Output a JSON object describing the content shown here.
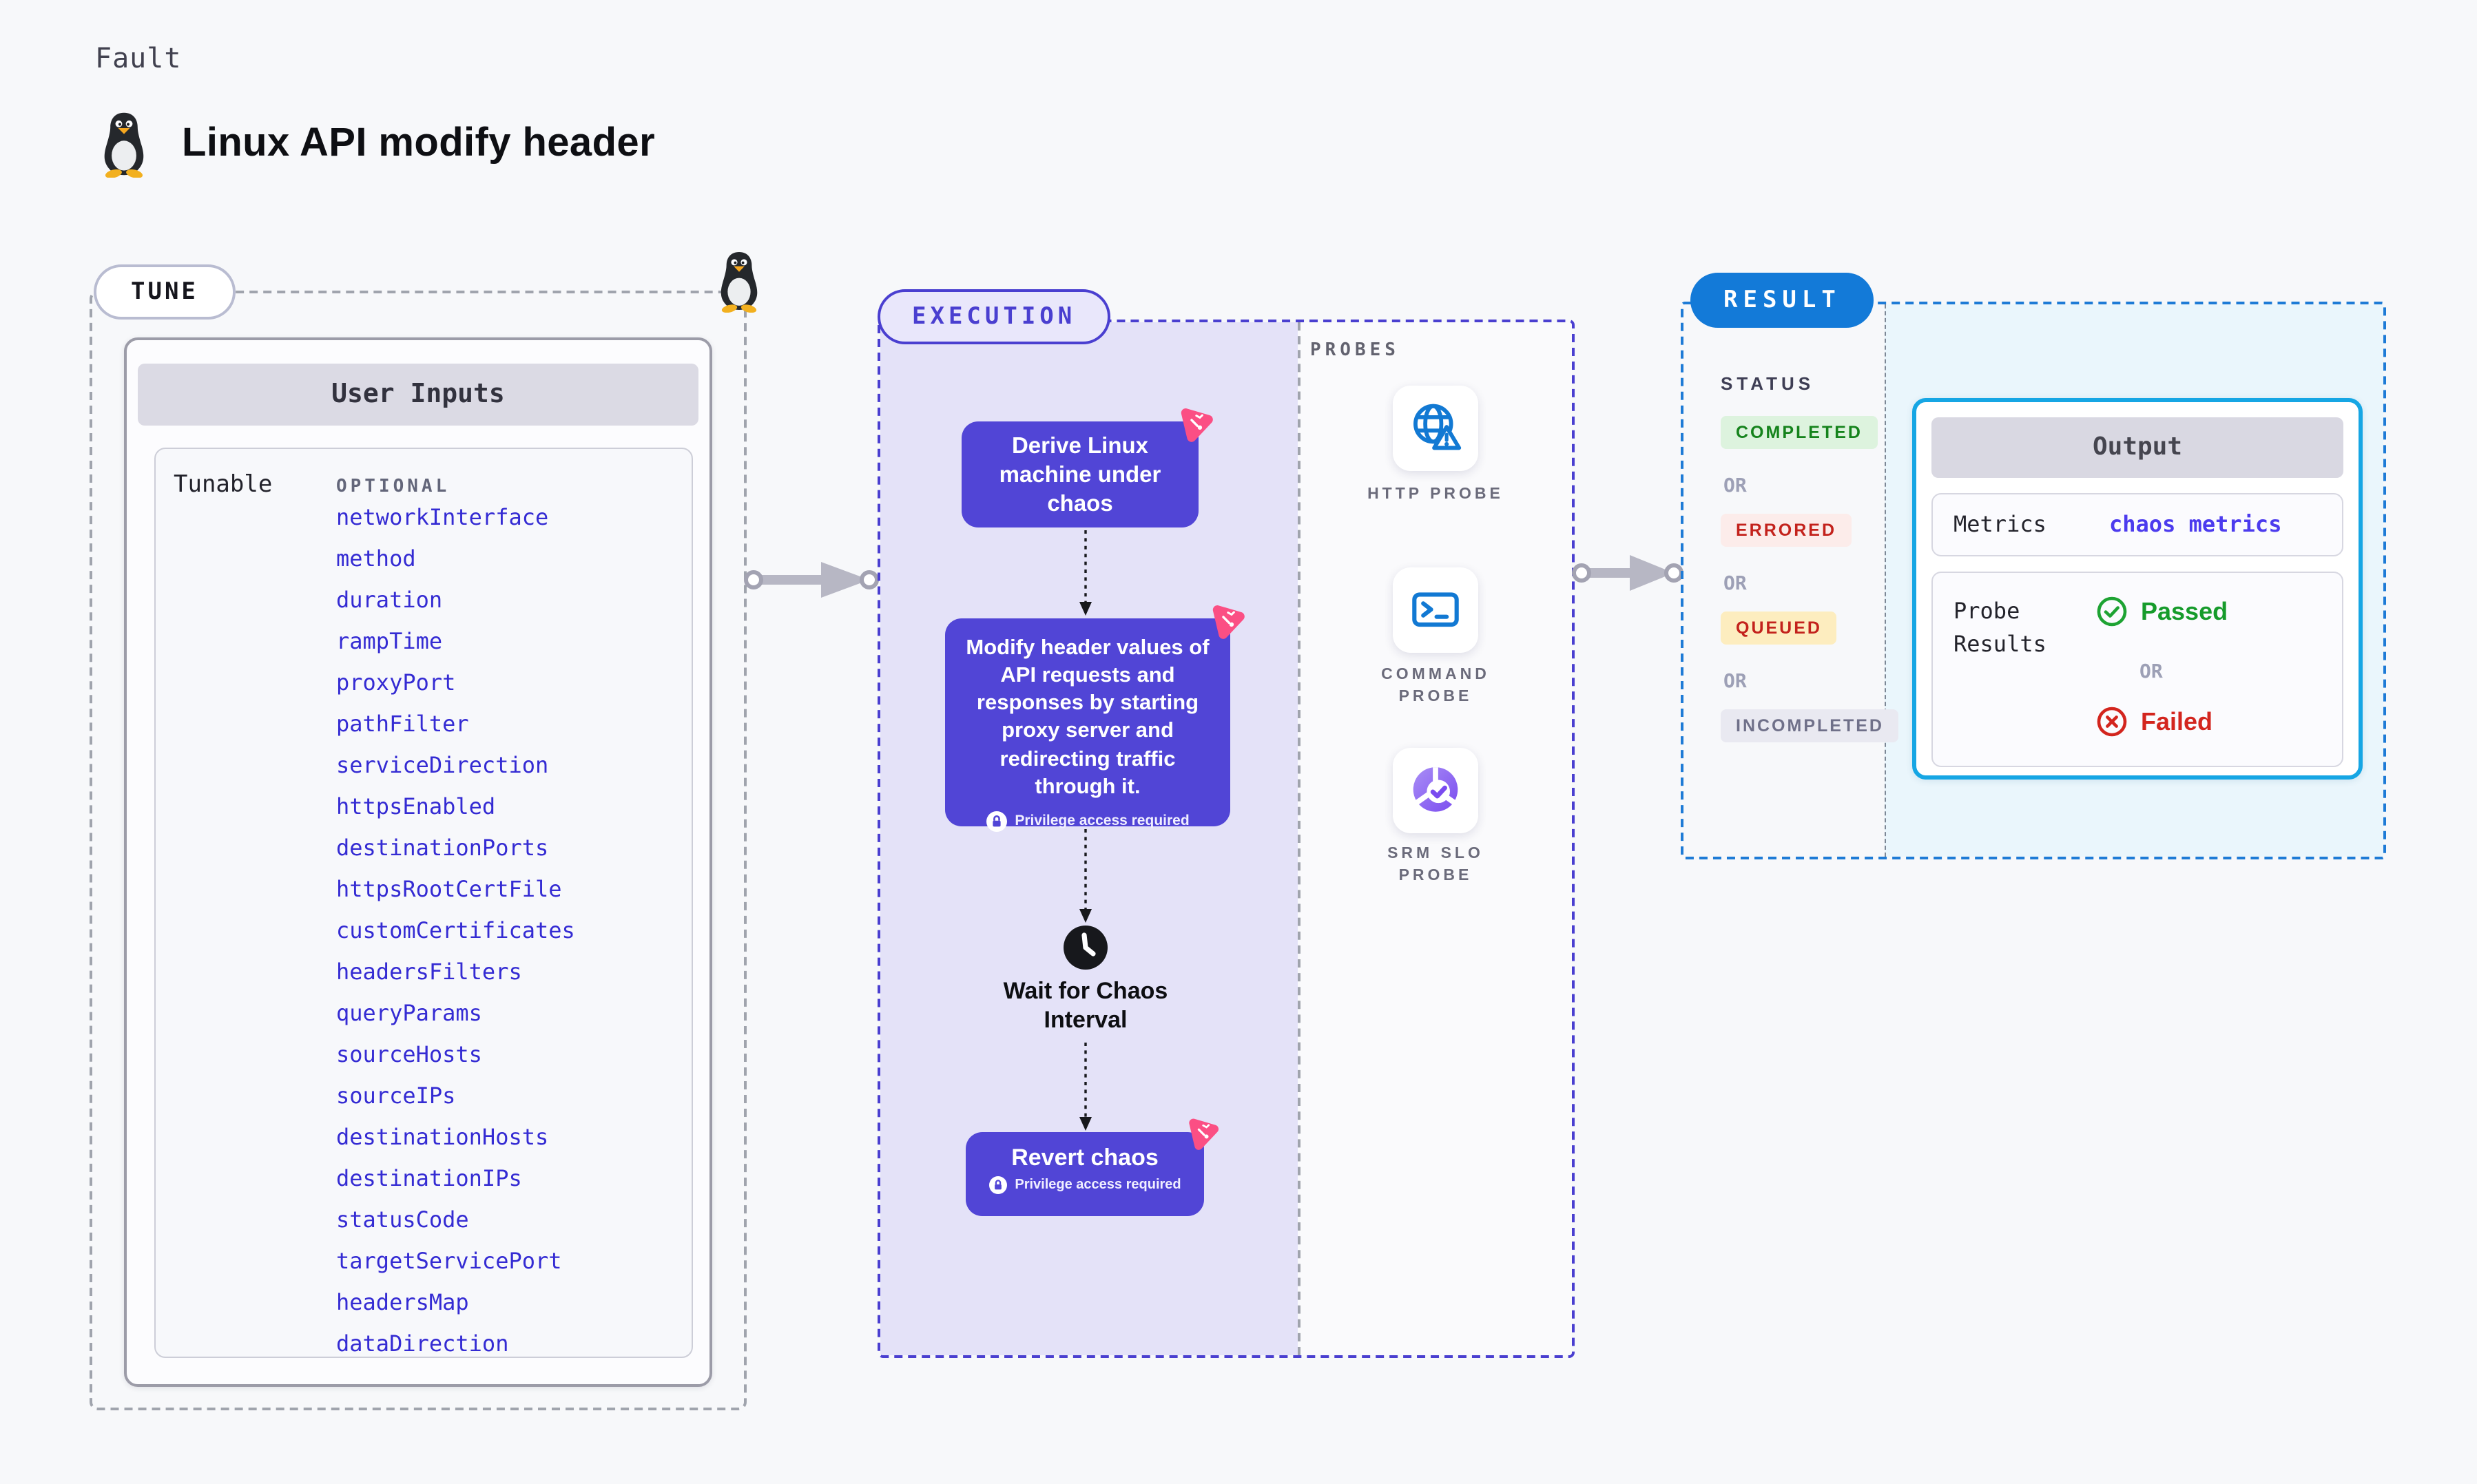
{
  "page": {
    "kicker": "Fault",
    "title": "Linux API modify header"
  },
  "tune": {
    "badge": "TUNE",
    "card_title": "User Inputs",
    "row_label": "Tunable",
    "col_label": "OPTIONAL",
    "items": [
      "networkInterface",
      "method",
      "duration",
      "rampTime",
      "proxyPort",
      "pathFilter",
      "serviceDirection",
      "httpsEnabled",
      "destinationPorts",
      "httpsRootCertFile",
      "customCertificates",
      "headersFilters",
      "queryParams",
      "sourceHosts",
      "sourceIPs",
      "destinationHosts",
      "destinationIPs",
      "statusCode",
      "targetServicePort",
      "headersMap",
      "dataDirection"
    ]
  },
  "execution": {
    "badge": "EXECUTION",
    "derive_step": "Derive Linux machine under chaos",
    "modify_step": "Modify header values of API requests and responses by starting proxy server and redirecting traffic through it.",
    "wait_line1": "Wait for Chaos",
    "wait_line2": "Interval",
    "revert_step": "Revert chaos",
    "privilege": "Privilege access required"
  },
  "probes": {
    "label": "PROBES",
    "items": [
      {
        "label": "HTTP PROBE",
        "icon": "globe-alert-icon"
      },
      {
        "label": "COMMAND PROBE",
        "icon": "terminal-icon"
      },
      {
        "label": "SRM SLO PROBE",
        "icon": "slo-donut-icon"
      }
    ]
  },
  "result": {
    "badge": "RESULT",
    "status_label": "STATUS",
    "or_label": "OR",
    "statuses": [
      {
        "label": "COMPLETED",
        "bg": "#ddf3de",
        "fg": "#15831c"
      },
      {
        "label": "ERRORED",
        "bg": "#fcecea",
        "fg": "#c3221c"
      },
      {
        "label": "QUEUED",
        "bg": "#fdedbf",
        "fg": "#c3221c"
      },
      {
        "label": "INCOMPLETED",
        "bg": "#e9e9f1",
        "fg": "#6f7089"
      }
    ],
    "output": {
      "title": "Output",
      "metrics_label": "Metrics",
      "metrics_value": "chaos metrics",
      "probe_results_label": "Probe Results",
      "passed": "Passed",
      "failed": "Failed",
      "or": "OR"
    }
  },
  "colors": {
    "page_bg": "#f7f8fa",
    "step_box": "#5145d6",
    "execution_accent": "#4a3fd0",
    "execution_fill": "#e4e2f8",
    "tunable_link": "#342bd3",
    "result_accent": "#137ad8",
    "output_border": "#16a6e4",
    "output_area_bg": "#eaf6fc",
    "probe_icon_blue": "#1279d3",
    "srm_purple": "#7a4bef",
    "chaos_pink": "#fb4f84",
    "passed_green": "#169b2b",
    "failed_red": "#d3251e",
    "connector_gray": "#b7b7c4"
  }
}
